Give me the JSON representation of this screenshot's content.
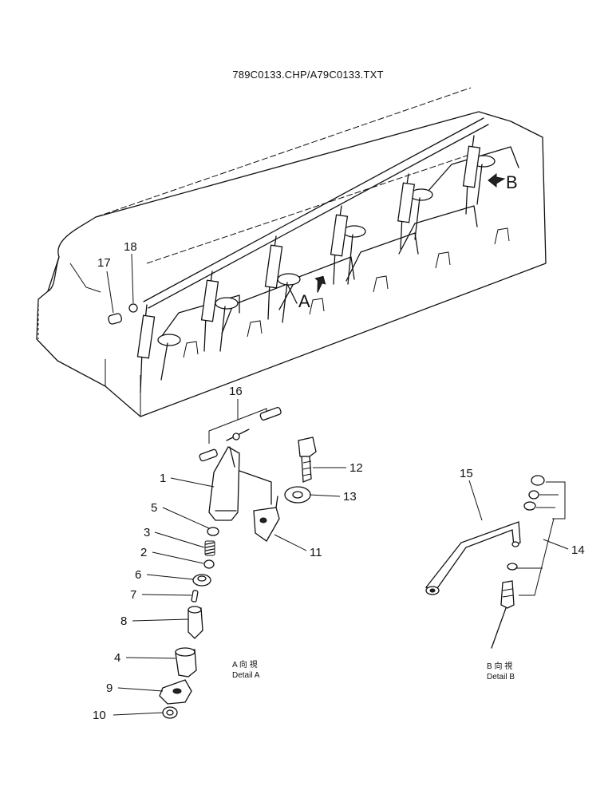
{
  "header": {
    "filename": "789C0133.CHP/A79C0133.TXT"
  },
  "view_markers": {
    "a": "A",
    "b": "B"
  },
  "callouts": {
    "c1": "1",
    "c2": "2",
    "c3": "3",
    "c4": "4",
    "c5": "5",
    "c6": "6",
    "c7": "7",
    "c8": "8",
    "c9": "9",
    "c10": "10",
    "c11": "11",
    "c12": "12",
    "c13": "13",
    "c14": "14",
    "c15": "15",
    "c16": "16",
    "c17": "17",
    "c18": "18"
  },
  "detail_a": {
    "line1": "A  向  視",
    "line2": "Detail  A"
  },
  "detail_b": {
    "line1": "B  向  視",
    "line2": "Detail  B"
  }
}
